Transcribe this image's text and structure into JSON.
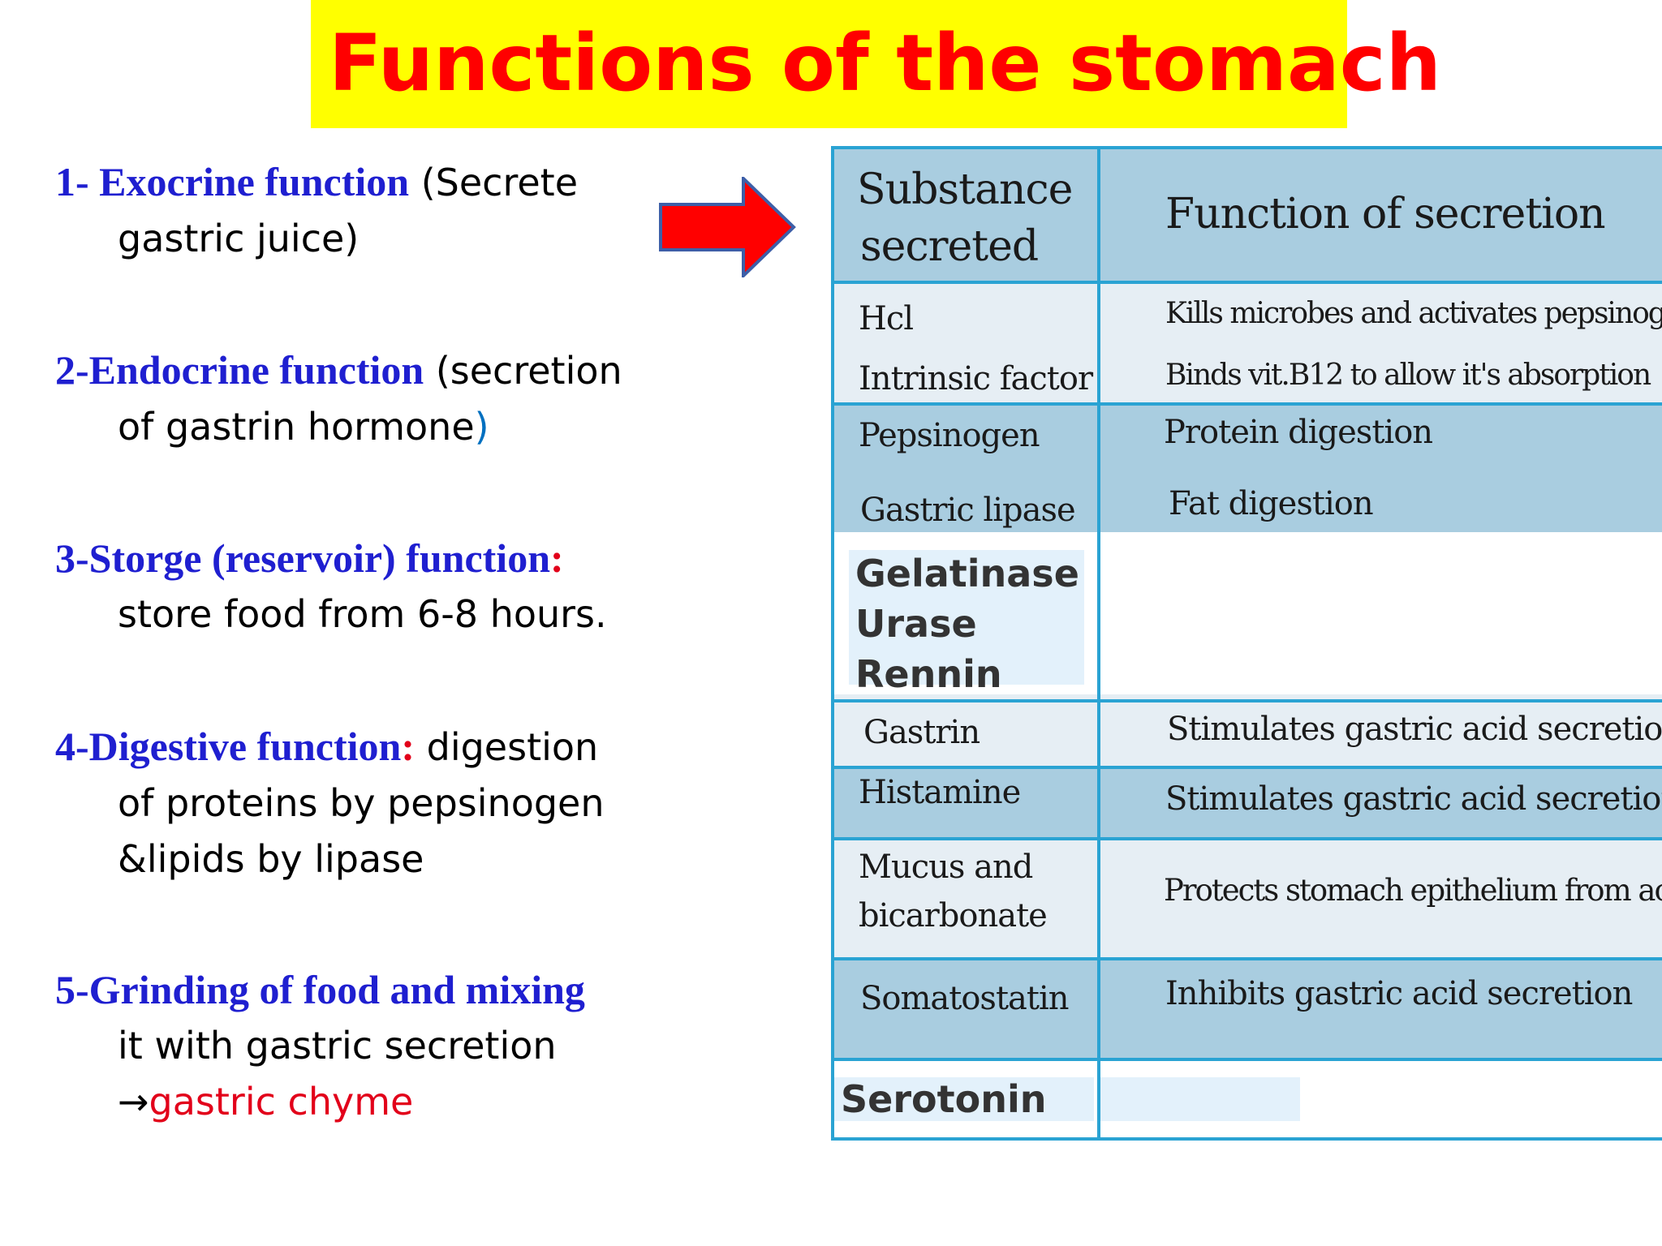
{
  "title": "Functions of the stomach",
  "functions": [
    {
      "heading": "1- Exocrine function",
      "rest_line1": " (Secrete",
      "line2": "gastric juice)"
    },
    {
      "heading": "2-Endocrine function",
      "rest_line1": " (secretion",
      "line2": "of gastrin hormone",
      "line2_close": ")"
    },
    {
      "heading": "3-Storge (reservoir) function",
      "colon": ":",
      "line2": "store food from 6-8 hours."
    },
    {
      "heading": "4-Digestive function",
      "colon": ":",
      "rest_line1": " digestion",
      "line2": "of proteins by pepsinogen",
      "line3": "&lipids by lipase"
    },
    {
      "heading": "5-Grinding  of food and mixing",
      "line2": "it with gastric secretion",
      "line3_arrow": "→",
      "line3": "gastric chyme"
    }
  ],
  "table": {
    "header": {
      "substance_line1": "Substance",
      "substance_line2": "secreted",
      "function": "Function of secretion"
    },
    "rows": [
      {
        "substance": "Hcl",
        "function": "Kills microbes and activates pepsinogen"
      },
      {
        "substance": "Intrinsic factor",
        "function": "Binds vit.B12 to allow it's absorption"
      },
      {
        "substance": "Pepsinogen",
        "function": "Protein digestion"
      },
      {
        "substance": "Gastric lipase",
        "function": "Fat digestion"
      },
      {
        "substance": "Gelatinase",
        "function": ""
      },
      {
        "substance": "Urase",
        "function": ""
      },
      {
        "substance": "Rennin",
        "function": ""
      },
      {
        "substance": "Gastrin",
        "function": "Stimulates gastric acid secretion"
      },
      {
        "substance": "Histamine",
        "function": "Stimulates gastric acid secretion"
      },
      {
        "substance": "Mucus and",
        "substance_line2": "bicarbonate",
        "function": "Protects stomach epithelium from acid"
      },
      {
        "substance": "Somatostatin",
        "function": "Inhibits gastric acid secretion"
      },
      {
        "substance": "Serotonin",
        "function": ""
      }
    ]
  },
  "colors": {
    "banner": "#ffff00",
    "title": "#ff0000",
    "heading": "#1f1fd0",
    "accent_red": "#e2001a",
    "table_band": "#a9cde0",
    "table_light": "#e6eef4",
    "table_line": "#2aa3d3"
  }
}
